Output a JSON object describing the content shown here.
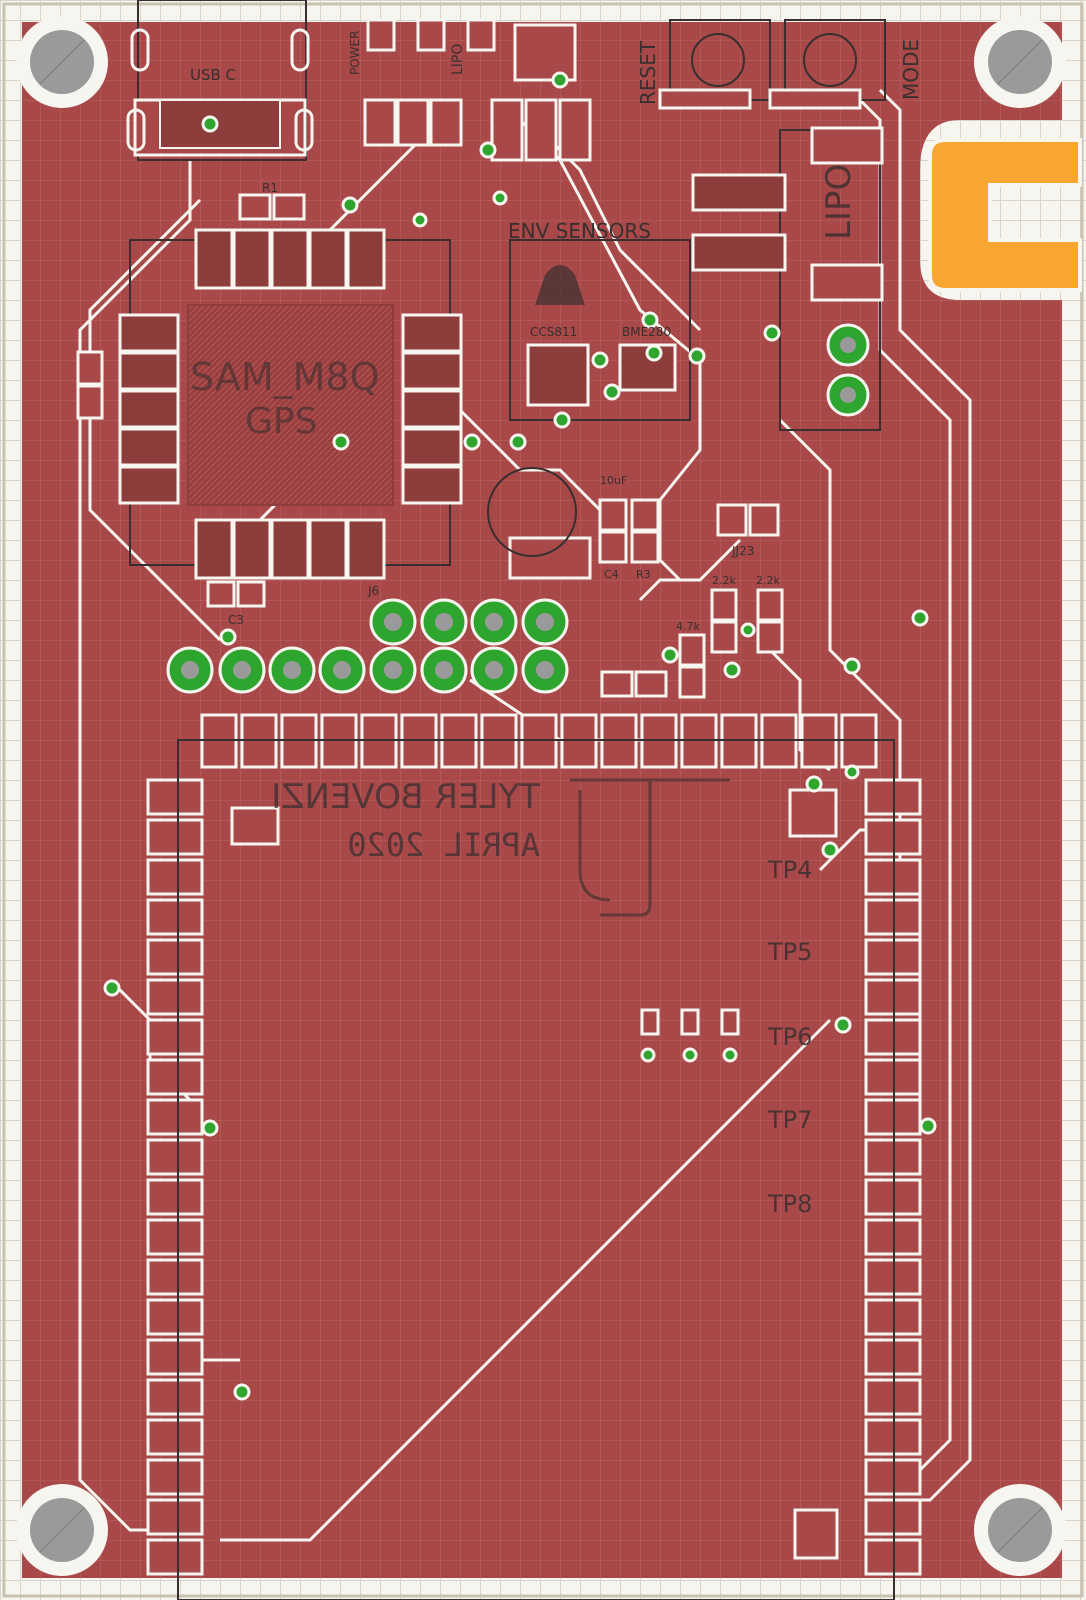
{
  "board": {
    "copper_color": "#a84848",
    "silk_color": "#3a2f2f",
    "via_color": "#2ea52e",
    "hole_color": "#9a9a9a",
    "logo_color": "#f7a632",
    "background_color": "#f7f5ef"
  },
  "labels": {
    "usb_c": "USB C",
    "power": "POWER",
    "lipo_led": "LIPO",
    "reset": "RESET",
    "mode": "MODE",
    "lipo_conn": "LIPO",
    "gps_chip": "SAM_M8Q",
    "gps": "GPS",
    "env_sensors": "ENV SENSORS",
    "ccs811": "CCS811",
    "bme280": "BME280",
    "jumper": "JJ23",
    "header": "J6",
    "author": "TYLER BOVENZI",
    "date": "APRIL 2020",
    "tp4": "TP4",
    "tp5": "TP5",
    "tp6": "TP6",
    "tp7": "TP7",
    "tp8": "TP8",
    "r1": "R1",
    "c3": "C3",
    "c4": "C4",
    "r3": "R3",
    "r_4_7k": "4.7k",
    "r_2_2k_a": "2.2k",
    "r_2_2k_b": "2.2k",
    "r_cap": "10uF"
  }
}
